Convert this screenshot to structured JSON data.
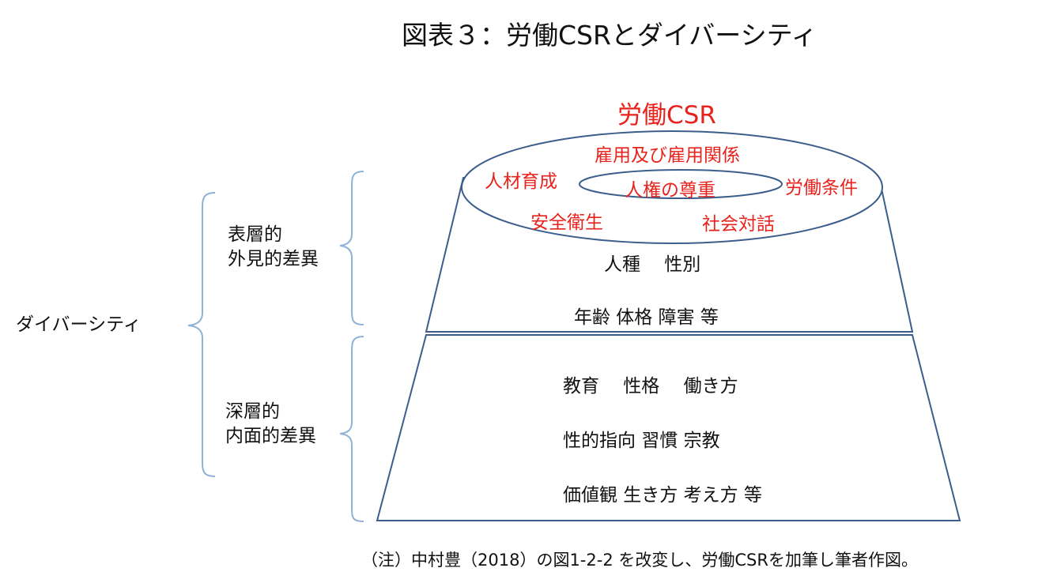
{
  "title": "図表３：労働CSRとダイバーシティ",
  "csr": {
    "title": "労働CSR",
    "employment": "雇用及び雇用関係",
    "hr_development": "人材育成",
    "human_rights": "人権の尊重",
    "working_conditions": "労働条件",
    "safety_health": "安全衛生",
    "social_dialogue": "社会対話"
  },
  "diversity": {
    "label": "ダイバーシティ",
    "surface": {
      "label_line1": "表層的",
      "label_line2": "外見的差異",
      "row1": "人種　 性別",
      "row2": "年齢  体格  障害  等"
    },
    "deep": {
      "label_line1": "深層的",
      "label_line2": "内面的差異",
      "row1": "教育　 性格　 働き方",
      "row2": "性的指向  習慣  宗教",
      "row3": "価値観  生き方  考え方  等"
    }
  },
  "note": "（注）中村豊（2018）の図1-2-2 を改変し、労働CSRを加筆し筆者作図。",
  "colors": {
    "accent_red": "#e8221c",
    "line_blue": "#3b5e8c",
    "brace_blue": "#8fb1d6"
  }
}
